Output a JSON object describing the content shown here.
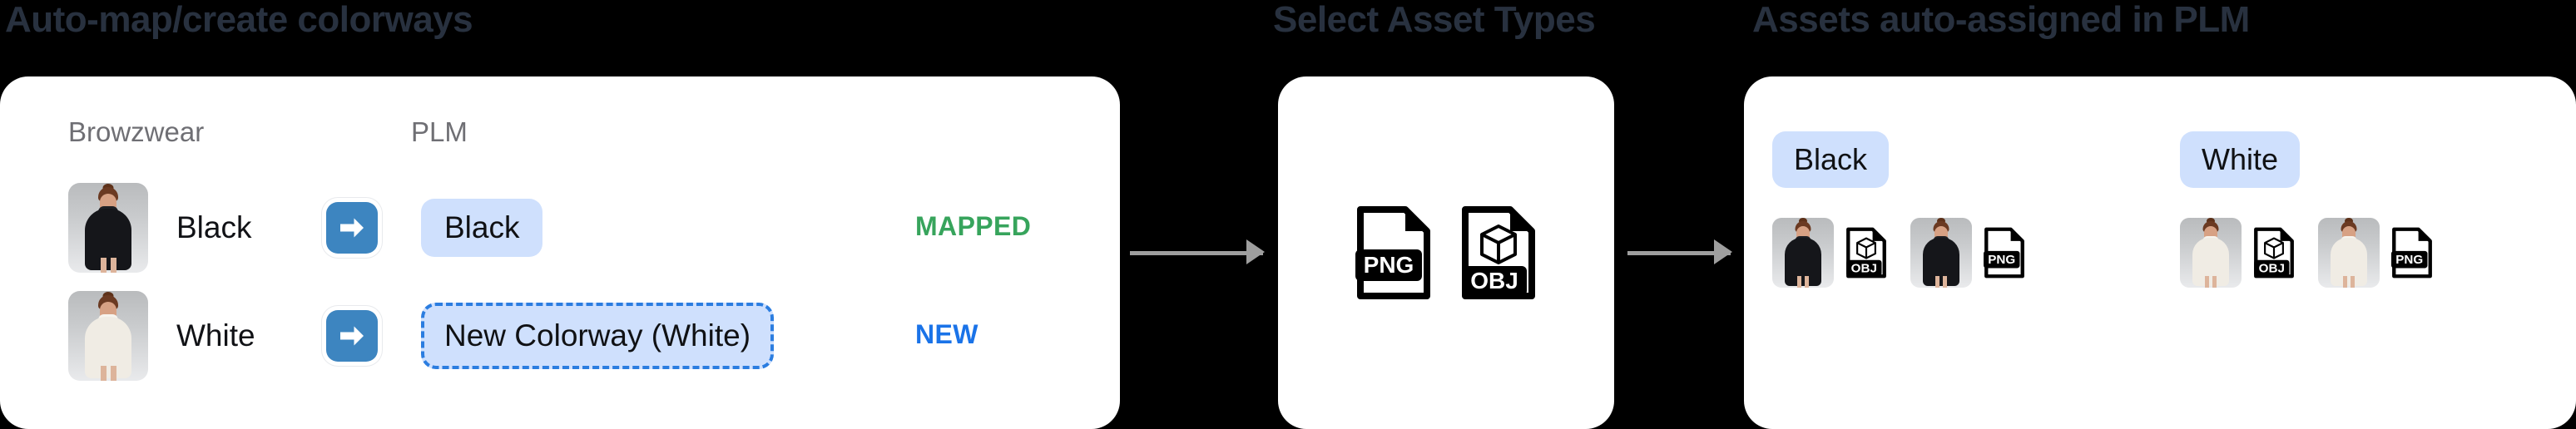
{
  "panels": {
    "map": {
      "title": "Auto-map/create colorways",
      "columns": {
        "source": "Browzwear",
        "target": "PLM"
      },
      "rows": [
        {
          "thumb_name": "black-dress-avatar",
          "source_label": "Black",
          "arrow_icon": "right-arrow-icon",
          "target_label": "Black",
          "status": "MAPPED",
          "status_color": "#37a45c",
          "target_style": "solid"
        },
        {
          "thumb_name": "white-dress-avatar",
          "source_label": "White",
          "arrow_icon": "right-arrow-icon",
          "target_label": "New Colorway (White)",
          "status": "NEW",
          "status_color": "#1a73e8",
          "target_style": "dashed"
        }
      ]
    },
    "asset_types": {
      "title": "Select Asset Types",
      "items": [
        {
          "label": "PNG",
          "icon": "png-file-icon"
        },
        {
          "label": "OBJ",
          "icon": "obj-file-icon"
        }
      ]
    },
    "plm": {
      "title": "Assets auto-assigned in PLM",
      "groups": [
        {
          "name": "Black",
          "assets": [
            {
              "thumb": "black-dress-avatar",
              "file_label": "OBJ",
              "icon": "obj-file-icon"
            },
            {
              "thumb": "black-dress-avatar",
              "file_label": "PNG",
              "icon": "png-file-icon"
            }
          ]
        },
        {
          "name": "White",
          "assets": [
            {
              "thumb": "white-dress-avatar",
              "file_label": "OBJ",
              "icon": "obj-file-icon"
            },
            {
              "thumb": "white-dress-avatar",
              "file_label": "PNG",
              "icon": "png-file-icon"
            }
          ]
        }
      ]
    }
  },
  "connectors": [
    {
      "name": "connector-map-to-assets",
      "icon": "arrow-right-icon"
    },
    {
      "name": "connector-assets-to-plm",
      "icon": "arrow-right-icon"
    }
  ],
  "colors": {
    "background": "#000000",
    "card": "#ffffff",
    "heading": "#28313f",
    "chip_bg": "#cfe0fd",
    "accent_blue": "#2b7de0",
    "status_green": "#37a45c",
    "status_blue": "#1a73e8",
    "connector_gray": "#9e9e9e",
    "column_header": "#6f6f74"
  }
}
